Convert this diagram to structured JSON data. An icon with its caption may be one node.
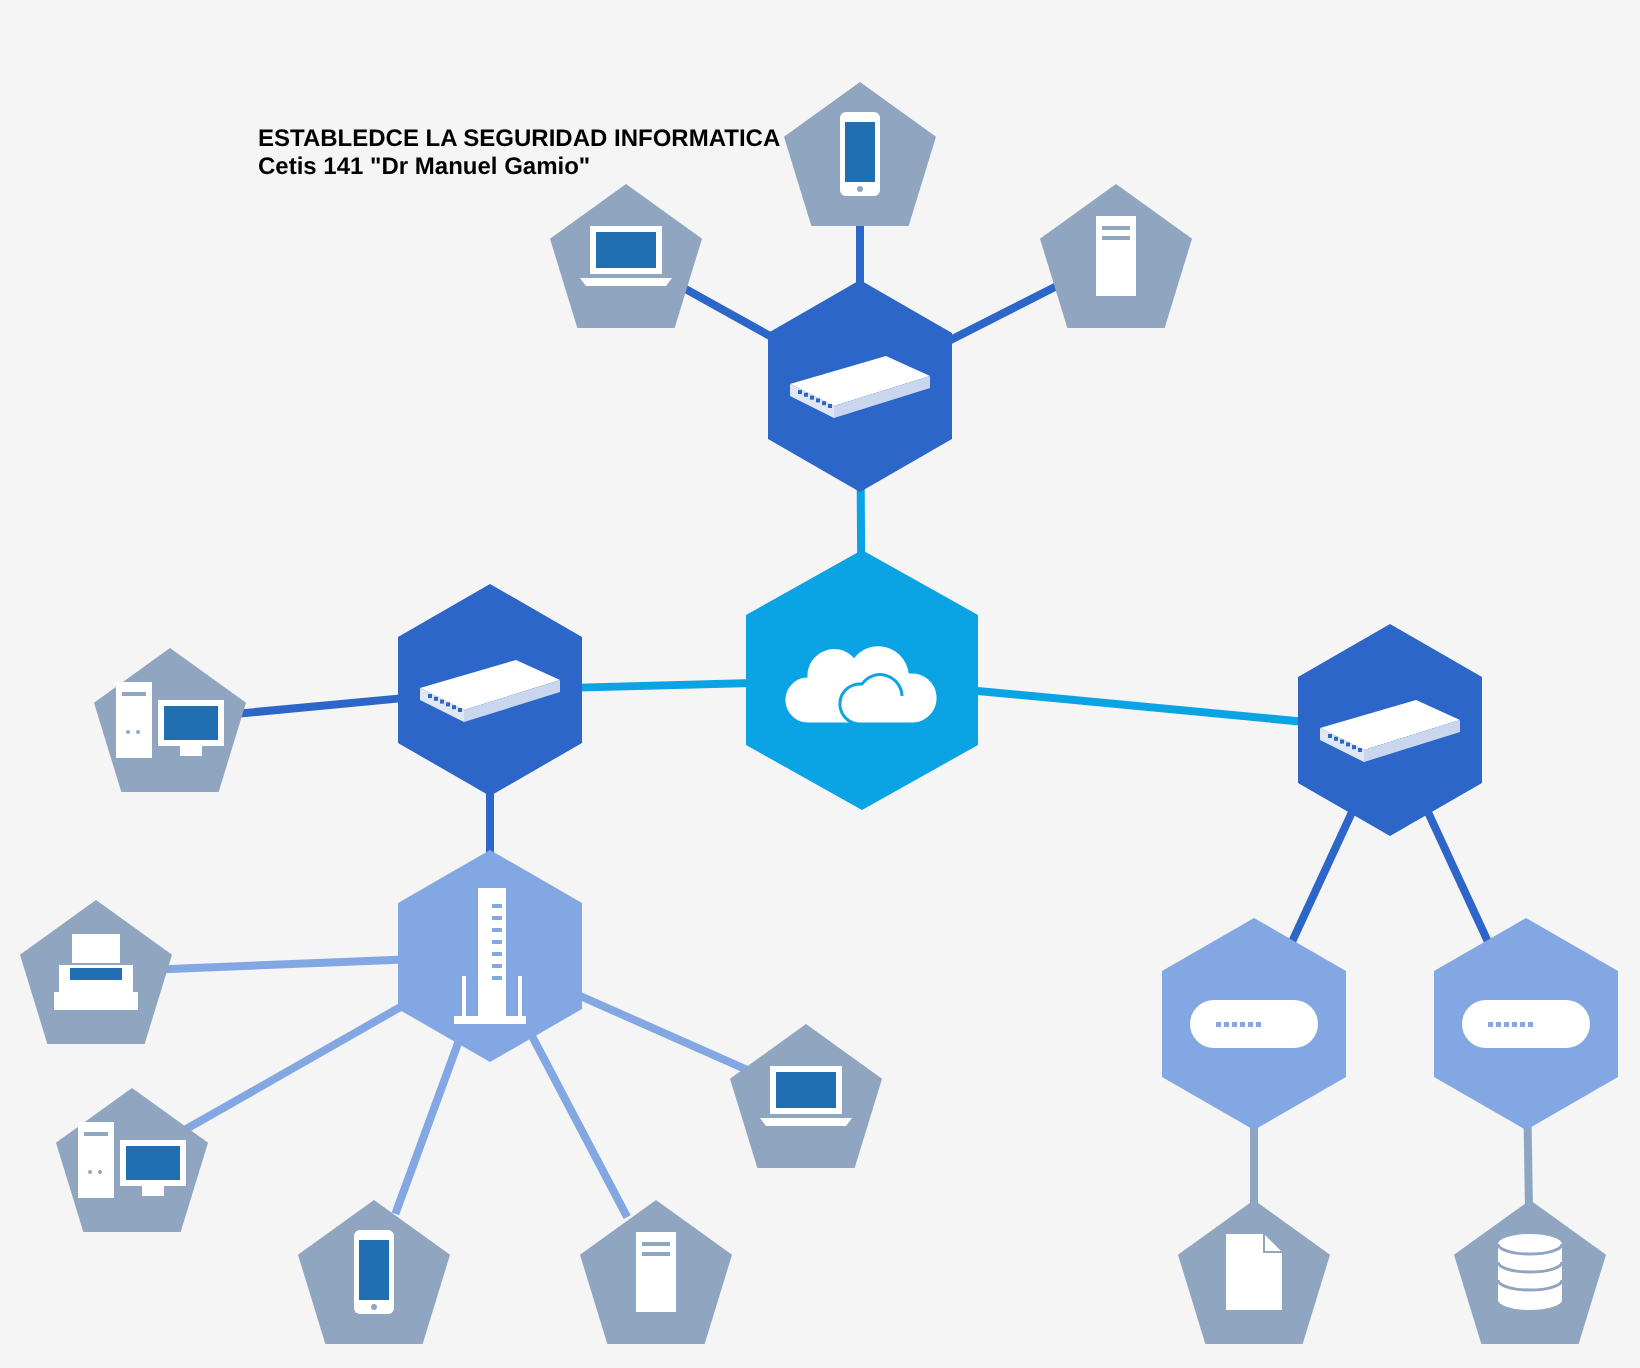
{
  "diagram": {
    "title": "ESTABLEDCE LA SEGURIDAD INFORMATICA",
    "labels": [
      "Cetis 141 \"Dr Manuel Gamio\""
    ],
    "nodes": [
      {
        "text": [],
        "shape": "hexagon"
      },
      {
        "text": [],
        "shape": "hexagon"
      },
      {
        "text": [],
        "shape": "pentagon"
      },
      {
        "text": [],
        "shape": "pentagon"
      },
      {
        "text": [],
        "shape": "pentagon"
      },
      {
        "text": [],
        "shape": "hexagon"
      },
      {
        "text": [],
        "shape": "pentagon"
      },
      {
        "text": [],
        "shape": "hexagon"
      },
      {
        "text": [],
        "shape": "hexagon"
      },
      {
        "text": [],
        "shape": "pentagon"
      },
      {
        "text": [],
        "shape": "pentagon"
      },
      {
        "text": [],
        "shape": "pentagon"
      },
      {
        "text": [],
        "shape": "pentagon"
      },
      {
        "text": [],
        "shape": "pentagon"
      },
      {
        "text": [],
        "shape": "hexagon"
      },
      {
        "text": [],
        "shape": "hexagon"
      },
      {
        "text": [],
        "shape": "pentagon"
      },
      {
        "text": [],
        "shape": "pentagon"
      }
    ],
    "edges": [
      {
        "from": 0,
        "to": 1,
        "arrow": "none",
        "color": "#0aa3e3"
      },
      {
        "from": 1,
        "to": 2,
        "arrow": "none"
      },
      {
        "from": 1,
        "to": 3,
        "arrow": "none"
      },
      {
        "from": 1,
        "to": 4,
        "arrow": "none"
      },
      {
        "from": 0,
        "to": 5,
        "arrow": "none",
        "color": "#0aa3e3"
      },
      {
        "from": 5,
        "to": 6,
        "arrow": "none"
      },
      {
        "from": 0,
        "to": 7,
        "arrow": "none",
        "color": "#0aa3e3"
      },
      {
        "from": 5,
        "to": 8,
        "arrow": "none"
      },
      {
        "from": 8,
        "to": 9,
        "arrow": "none",
        "color": "#82a7e3"
      },
      {
        "from": 8,
        "to": 10,
        "arrow": "none",
        "color": "#82a7e3"
      },
      {
        "from": 8,
        "to": 11,
        "arrow": "none",
        "color": "#82a7e3"
      },
      {
        "from": 8,
        "to": 12,
        "arrow": "none",
        "color": "#82a7e3"
      },
      {
        "from": 8,
        "to": 13,
        "arrow": "none",
        "color": "#82a7e3"
      },
      {
        "from": 7,
        "to": 14,
        "arrow": "none"
      },
      {
        "from": 7,
        "to": 15,
        "arrow": "none"
      },
      {
        "from": 14,
        "to": 16,
        "arrow": "none",
        "color": "#8fa5c0"
      },
      {
        "from": 15,
        "to": 17,
        "arrow": "none",
        "color": "#8fa5c0"
      }
    ]
  }
}
